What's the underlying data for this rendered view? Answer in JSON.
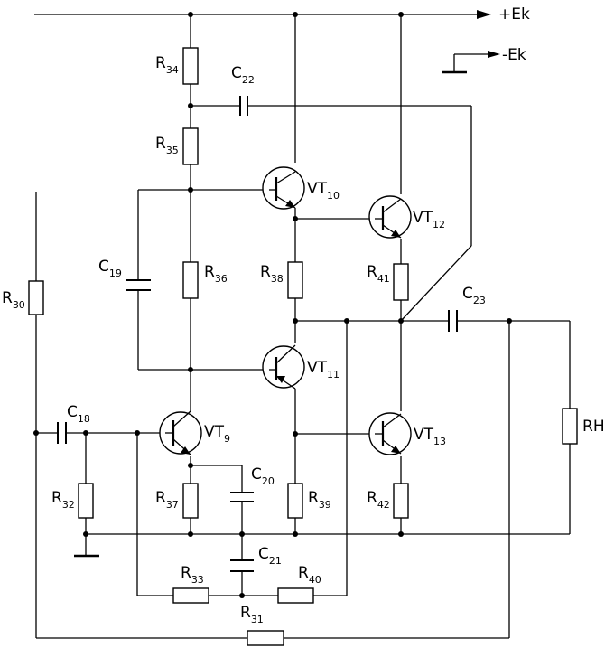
{
  "supply": {
    "pos": "+Ek",
    "neg": "-Ek"
  },
  "labels": {
    "R30": {
      "base": "R",
      "sub": "30"
    },
    "R31": {
      "base": "R",
      "sub": "31"
    },
    "R32": {
      "base": "R",
      "sub": "32"
    },
    "R33": {
      "base": "R",
      "sub": "33"
    },
    "R34": {
      "base": "R",
      "sub": "34"
    },
    "R35": {
      "base": "R",
      "sub": "35"
    },
    "R36": {
      "base": "R",
      "sub": "36"
    },
    "R37": {
      "base": "R",
      "sub": "37"
    },
    "R38": {
      "base": "R",
      "sub": "38"
    },
    "R39": {
      "base": "R",
      "sub": "39"
    },
    "R40": {
      "base": "R",
      "sub": "40"
    },
    "R41": {
      "base": "R",
      "sub": "41"
    },
    "R42": {
      "base": "R",
      "sub": "42"
    },
    "RH": {
      "base": "R",
      "sub": "H"
    },
    "C18": {
      "base": "C",
      "sub": "18"
    },
    "C19": {
      "base": "C",
      "sub": "19"
    },
    "C20": {
      "base": "C",
      "sub": "20"
    },
    "C21": {
      "base": "C",
      "sub": "21"
    },
    "C22": {
      "base": "C",
      "sub": "22"
    },
    "C23": {
      "base": "C",
      "sub": "23"
    },
    "VT9": {
      "base": "VT",
      "sub": "9"
    },
    "VT10": {
      "base": "VT",
      "sub": "10"
    },
    "VT11": {
      "base": "VT",
      "sub": "11"
    },
    "VT12": {
      "base": "VT",
      "sub": "12"
    },
    "VT13": {
      "base": "VT",
      "sub": "13"
    }
  }
}
